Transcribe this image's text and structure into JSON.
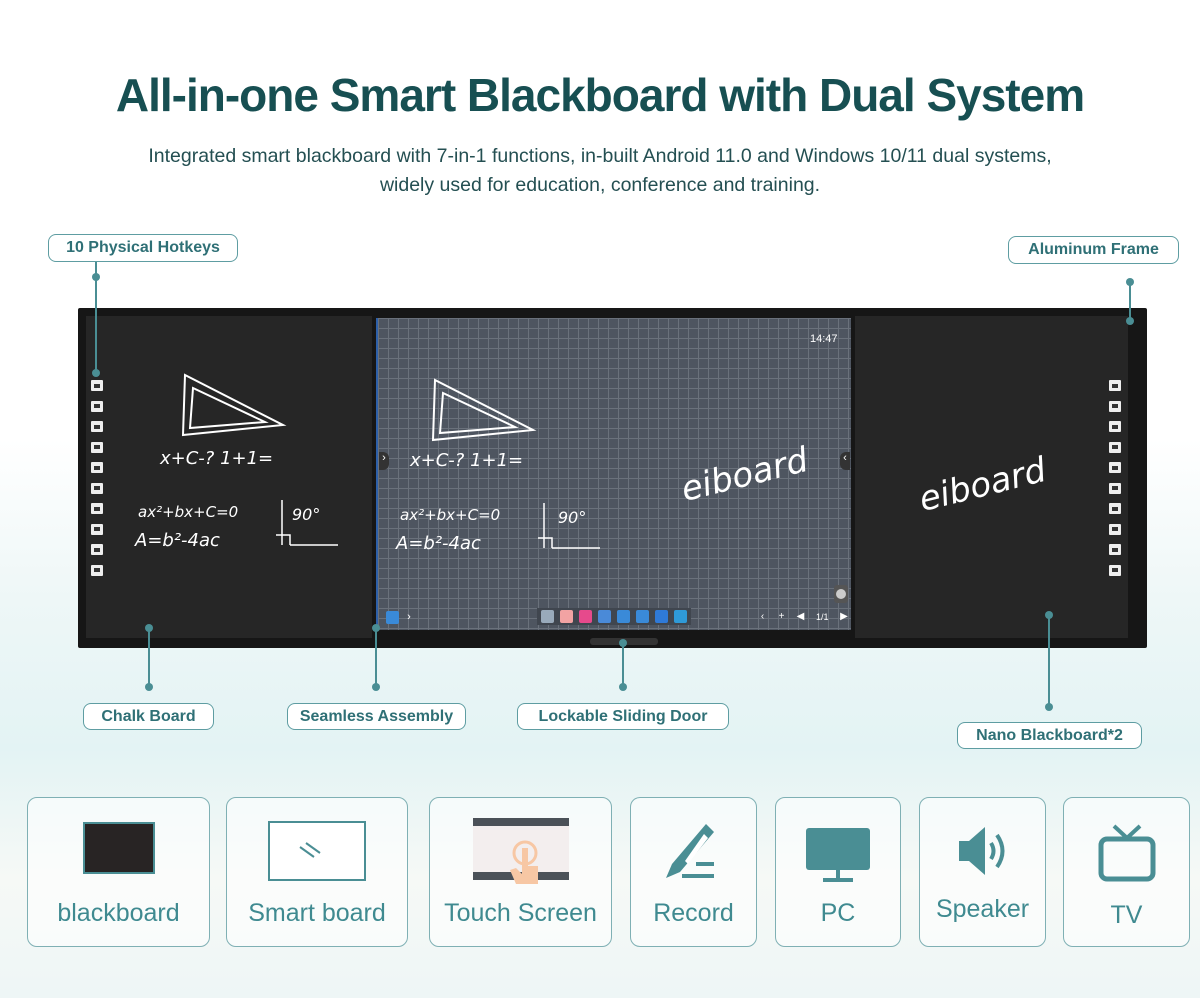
{
  "title": "All-in-one Smart Blackboard with Dual System",
  "subtitle": [
    "Integrated smart blackboard with 7-in-1 functions, in-built Android 11.0 and Windows 10/11 dual systems,",
    "widely used for education, conference and training."
  ],
  "callouts": {
    "hotkeys": "10 Physical Hotkeys",
    "frame": "Aluminum Frame",
    "chalk": "Chalk Board",
    "seamless": "Seamless Assembly",
    "door": "Lockable Sliding Door",
    "nano": "Nano Blackboard*2"
  },
  "screen": {
    "time": "14:47",
    "page": "1/1",
    "handwriting": "eiboard",
    "eq1": "x+C-? 1+1=",
    "eq2": "ax²+bx+C=0",
    "eq3": "A=b²-4ac",
    "angle": "90°"
  },
  "features": [
    {
      "label": "blackboard",
      "icon": "blackboard-icon"
    },
    {
      "label": "Smart board",
      "icon": "smart-board-icon"
    },
    {
      "label": "Touch Screen",
      "icon": "touch-screen-icon"
    },
    {
      "label": "Record",
      "icon": "pen-icon"
    },
    {
      "label": "PC",
      "icon": "monitor-icon"
    },
    {
      "label": "Speaker",
      "icon": "speaker-icon"
    },
    {
      "label": "TV",
      "icon": "tv-icon"
    }
  ],
  "colors": {
    "title": "#174f52",
    "accent": "#4a8e94"
  }
}
